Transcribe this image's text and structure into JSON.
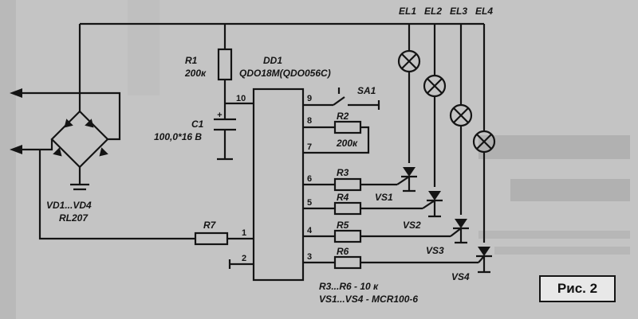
{
  "figure_label": "Рис. 2",
  "components": {
    "r1": {
      "ref": "R1",
      "value": "200к"
    },
    "dd1": {
      "ref": "DD1",
      "value": "QDO18M(QDO056C)"
    },
    "c1": {
      "ref": "C1",
      "polarity": "+",
      "value": "100,0*16 В"
    },
    "sa1": {
      "ref": "SA1"
    },
    "r2": {
      "ref": "R2",
      "value": "200к"
    },
    "r3": {
      "ref": "R3"
    },
    "r4": {
      "ref": "R4"
    },
    "r5": {
      "ref": "R5"
    },
    "r6": {
      "ref": "R6"
    },
    "r7": {
      "ref": "R7"
    },
    "bridge": {
      "ref": "VD1...VD4",
      "value": "RL207"
    },
    "lamps": [
      "EL1",
      "EL2",
      "EL3",
      "EL4"
    ],
    "thyristors": [
      "VS1",
      "VS2",
      "VS3",
      "VS4"
    ]
  },
  "pins": {
    "p10": "10",
    "p9": "9",
    "p8": "8",
    "p7": "7",
    "p6": "6",
    "p5": "5",
    "p4": "4",
    "p3": "3",
    "p1": "1",
    "p2": "2"
  },
  "notes": {
    "resistors": "R3...R6 - 10 к",
    "thyristors": "VS1...VS4 - MCR100-6"
  }
}
